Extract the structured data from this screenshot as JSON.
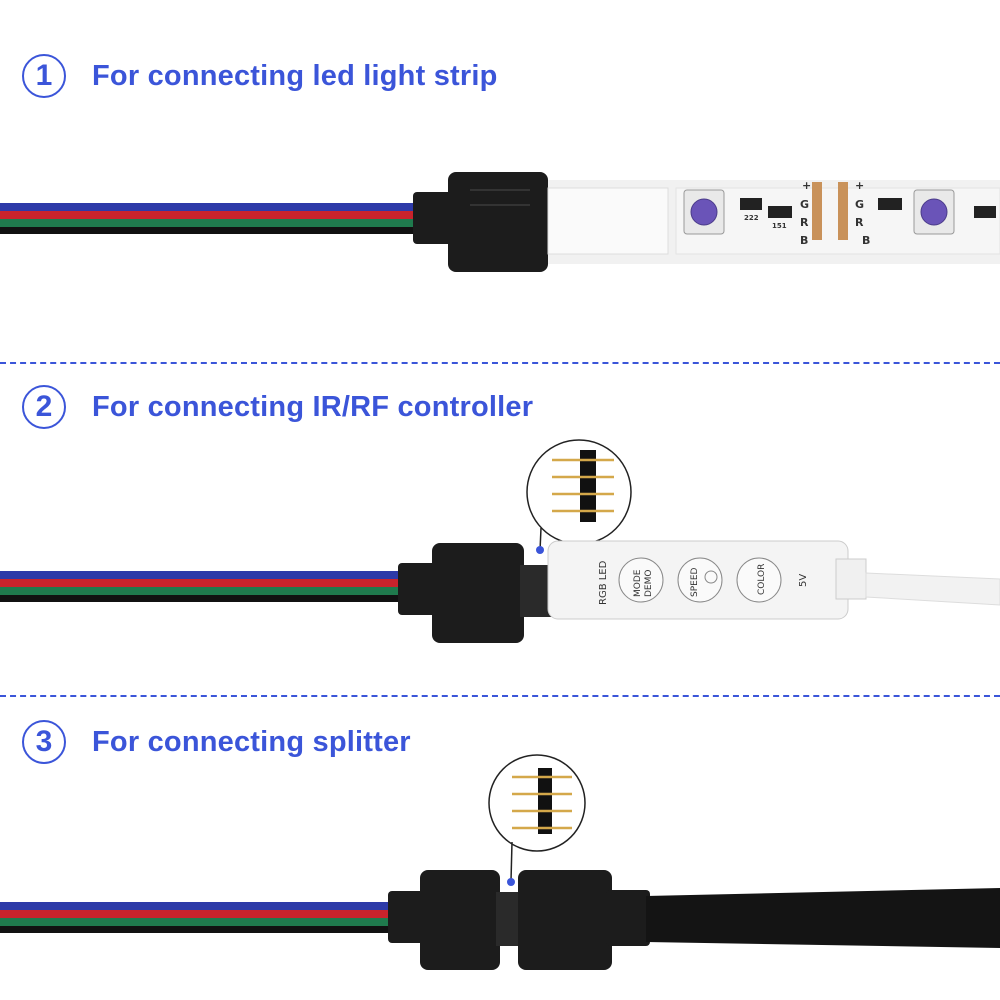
{
  "sections": [
    {
      "number": "1",
      "title": "For connecting led light strip"
    },
    {
      "number": "2",
      "title": "For connecting IR/RF controller"
    },
    {
      "number": "3",
      "title": "For connecting splitter"
    }
  ],
  "strip_labels": {
    "plus": "+",
    "g": "G",
    "r": "R",
    "b": "B",
    "resistor_a": "151",
    "resistor_b": "222"
  },
  "controller_labels": {
    "brand": "RGB LED",
    "mode": "MODE",
    "demo": "DEMO",
    "speed": "SPEED",
    "color": "COLOR",
    "voltage": "5V"
  },
  "colors": {
    "accent": "#3b55d9",
    "wire_blue": "#2d3aa8",
    "wire_red": "#c8232c",
    "wire_green": "#1f7a4d",
    "wire_black": "#111111",
    "connector": "#1c1c1c"
  }
}
